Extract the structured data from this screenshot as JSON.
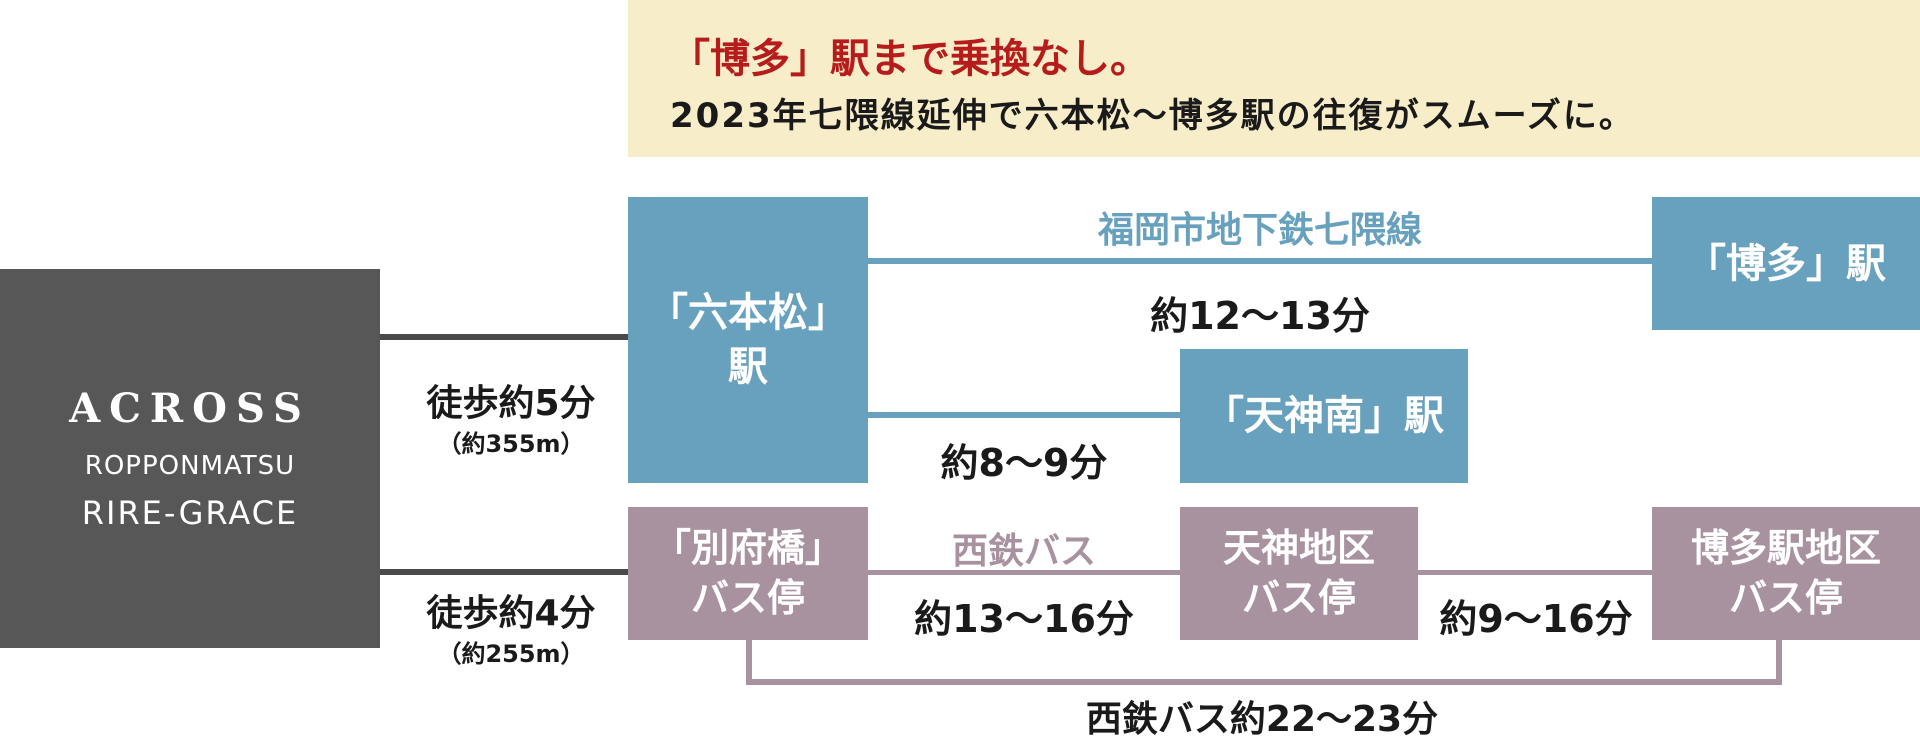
{
  "colors": {
    "banner_bg": "#f8edc9",
    "headline_red": "#b71c1c",
    "subway_blue": "#67a1bd",
    "bus_mauve": "#a8929f",
    "property_gray": "#575757",
    "walk_line": "#4a4a4a"
  },
  "banner": {
    "headline": "「博多」駅まで乗換なし。",
    "subline": "2023年七隈線延伸で六本松〜博多駅の往復がスムーズに。"
  },
  "property": {
    "brand": "ACROSS",
    "line1": "ROPPONMATSU",
    "line2": "RIRE-GRACE"
  },
  "walk_to_station": {
    "time": "徒歩約5分",
    "distance": "（約355m）"
  },
  "walk_to_bus": {
    "time": "徒歩約4分",
    "distance": "（約255m）"
  },
  "stations": {
    "ropponmatsu": {
      "line1": "「六本松」",
      "line2": "駅"
    },
    "hakata": "「博多」駅",
    "tenjin_minami": "「天神南」駅"
  },
  "subway": {
    "line_name": "福岡市地下鉄七隈線",
    "to_hakata": "約12〜13分",
    "to_tenjin_minami": "約8〜9分"
  },
  "bus_stops": {
    "beppubashi": {
      "line1": "「別府橋」",
      "line2": "バス停"
    },
    "tenjin_area": {
      "line1": "天神地区",
      "line2": "バス停"
    },
    "hakata_area": {
      "line1": "博多駅地区",
      "line2": "バス停"
    }
  },
  "bus": {
    "line_name": "西鉄バス",
    "to_tenjin": "約13〜16分",
    "tenjin_to_hakata": "約9〜16分",
    "direct_total": "西鉄バス約22〜23分"
  }
}
